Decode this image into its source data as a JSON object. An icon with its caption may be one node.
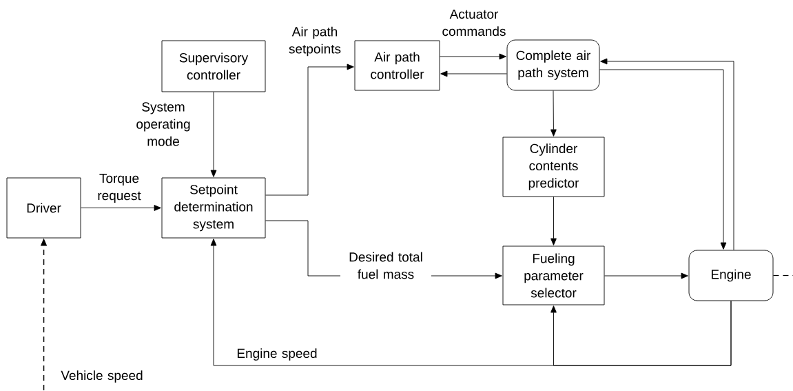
{
  "diagram": {
    "nodes": [
      {
        "text": [
          "Supervisory controller"
        ]
      },
      {
        "text": [
          "Air path controller"
        ]
      },
      {
        "text": [
          "Complete air path system"
        ]
      },
      {
        "text": [
          "Driver"
        ]
      },
      {
        "text": [
          "Setpoint determination system"
        ]
      },
      {
        "text": [
          "Cylinder contents predictor"
        ]
      },
      {
        "text": [
          "Fueling parameter selector"
        ]
      },
      {
        "text": [
          "Engine"
        ]
      }
    ],
    "edges": [
      {
        "from": 0,
        "to": 4,
        "arrow": "to",
        "label": "System operating mode"
      },
      {
        "from": 3,
        "to": 4,
        "arrow": "to",
        "label": "Torque request"
      },
      {
        "from": 4,
        "to": 1,
        "arrow": "to",
        "label": "Air path setpoints"
      },
      {
        "from": 1,
        "to": 2,
        "arrow": "to",
        "label": "Actuator commands"
      },
      {
        "from": 2,
        "to": 1,
        "arrow": "to"
      },
      {
        "from": 2,
        "to": 5,
        "arrow": "to"
      },
      {
        "from": 5,
        "to": 6,
        "arrow": "to"
      },
      {
        "from": 4,
        "to": 6,
        "arrow": "to",
        "label": "Desired total fuel mass"
      },
      {
        "from": 6,
        "to": 7,
        "arrow": "to"
      },
      {
        "from": 2,
        "to": 7,
        "arrow": "to"
      },
      {
        "from": 7,
        "to": 2,
        "arrow": "to"
      },
      {
        "from": 7,
        "to": 4,
        "arrow": "to",
        "label": "Engine speed"
      },
      {
        "from": 7,
        "to": 6,
        "arrow": "to"
      },
      {
        "from": null,
        "to": 3,
        "arrow": "to",
        "style": "dashed",
        "label": "Vehicle speed"
      },
      {
        "from": 7,
        "to": null,
        "arrow": "none",
        "style": "dashed"
      }
    ]
  }
}
